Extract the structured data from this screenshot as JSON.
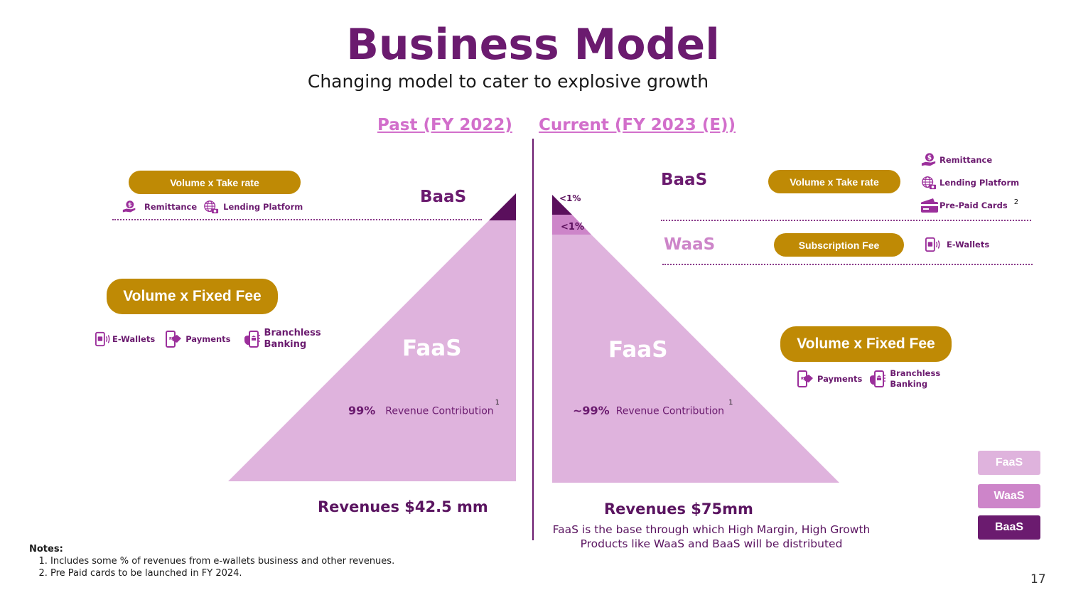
{
  "header": {
    "title": "Business Model",
    "subtitle": "Changing model to cater to explosive growth"
  },
  "colors": {
    "title_purple": "#6b1b6f",
    "faas": "#dfb3dd",
    "waas": "#cd85c9",
    "baas": "#5a0f5c",
    "pill_gold": "#bf8a05",
    "period_pink": "#d26fcb"
  },
  "past": {
    "period_label": "Past (FY 2022)",
    "baas": {
      "label": "BaaS",
      "pricing": "Volume x Take rate",
      "products": [
        {
          "icon": "remittance-icon",
          "label": "Remittance"
        },
        {
          "icon": "lending-platform-icon",
          "label": "Lending Platform"
        }
      ]
    },
    "faas": {
      "label": "FaaS",
      "pricing": "Volume x Fixed Fee",
      "products": [
        {
          "icon": "e-wallet-icon",
          "label": "E-Wallets"
        },
        {
          "icon": "payments-icon",
          "label": "Payments"
        },
        {
          "icon": "branchless-banking-icon",
          "label": "Branchless Banking"
        }
      ],
      "contribution_value": "99%",
      "contribution_label": "Revenue Contribution",
      "contribution_footnote": "1"
    },
    "revenue": "Revenues $42.5 mm"
  },
  "current": {
    "period_label": "Current (FY 2023 (E))",
    "baas": {
      "label": "BaaS",
      "pricing": "Volume x Take rate",
      "share": "<1%",
      "products": [
        {
          "icon": "remittance-icon",
          "label": "Remittance"
        },
        {
          "icon": "lending-platform-icon",
          "label": "Lending Platform"
        },
        {
          "icon": "prepaid-card-icon",
          "label": "Pre-Paid Cards",
          "footnote": "2"
        }
      ]
    },
    "waas": {
      "label": "WaaS",
      "pricing": "Subscription Fee",
      "share": "<1%",
      "products": [
        {
          "icon": "e-wallet-icon",
          "label": "E-Wallets"
        }
      ]
    },
    "faas": {
      "label": "FaaS",
      "pricing": "Volume x Fixed Fee",
      "products": [
        {
          "icon": "payments-icon",
          "label": "Payments"
        },
        {
          "icon": "branchless-banking-icon",
          "label": "Branchless Banking"
        }
      ],
      "contribution_value": "~99%",
      "contribution_label": "Revenue Contribution",
      "contribution_footnote": "1"
    },
    "revenue": "Revenues $75mm",
    "description": "FaaS is the base through which High Margin, High Growth Products like WaaS and BaaS will be distributed"
  },
  "legend": [
    {
      "label": "FaaS"
    },
    {
      "label": "WaaS"
    },
    {
      "label": "BaaS"
    }
  ],
  "notes": {
    "heading": "Notes:",
    "items": [
      "Includes some % of revenues from e-wallets business and other revenues.",
      "Pre Paid cards to be launched in FY 2024."
    ]
  },
  "page_number": "17"
}
